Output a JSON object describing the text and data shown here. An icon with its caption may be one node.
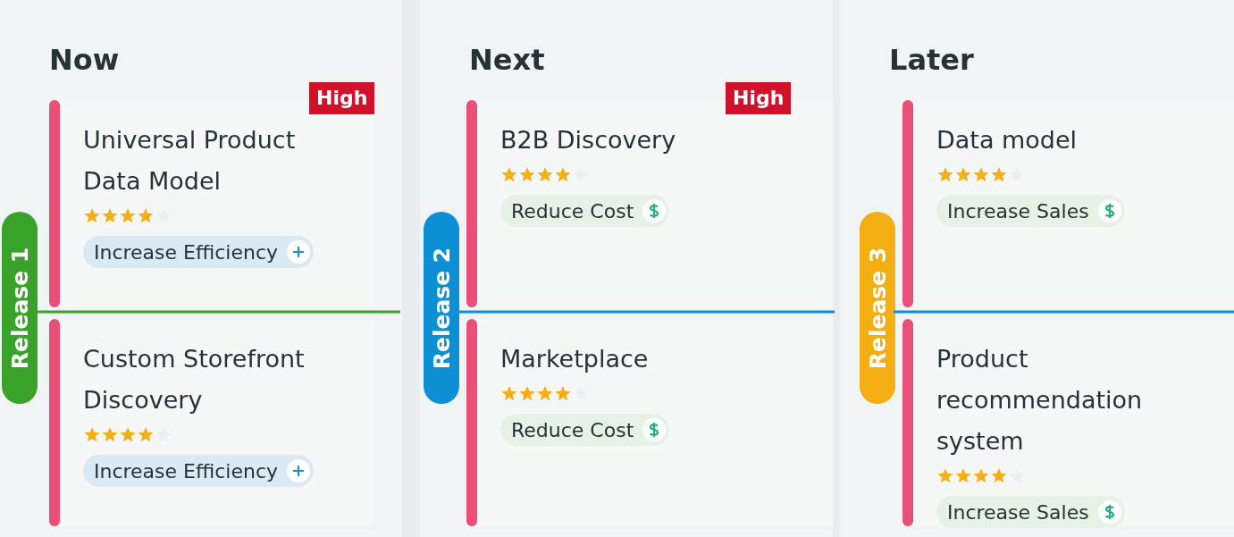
{
  "diagram": {
    "nodes": [
      {
        "text": [
          "Now"
        ]
      },
      {
        "text": [
          "High"
        ],
        "in": 0
      },
      {
        "text": [
          "Release 1"
        ],
        "in": 0
      },
      {
        "text": [
          "Universal Product Data Model"
        ],
        "in": 0
      },
      {
        "text": [
          "Increase Efficiency"
        ],
        "in": 3
      },
      {
        "text": [
          "Custom Storefront Discovery"
        ],
        "in": 0
      },
      {
        "text": [
          "Increase Efficiency"
        ],
        "in": 5
      },
      {
        "text": [
          "Next"
        ]
      },
      {
        "text": [
          "High"
        ],
        "in": 7
      },
      {
        "text": [
          "Release 2"
        ],
        "in": 7
      },
      {
        "text": [
          "B2B Discovery"
        ],
        "in": 7
      },
      {
        "text": [
          "Reduce Cost"
        ],
        "in": 10
      },
      {
        "text": [
          "Marketplace"
        ],
        "in": 7
      },
      {
        "text": [
          "Reduce Cost"
        ],
        "in": 12
      },
      {
        "text": [
          "Later"
        ]
      },
      {
        "text": [
          "Release 3"
        ],
        "in": 14
      },
      {
        "text": [
          "Data model"
        ],
        "in": 14
      },
      {
        "text": [
          "Increase Sales"
        ],
        "in": 16
      },
      {
        "text": [
          "Product recommendation system"
        ],
        "in": 14
      },
      {
        "text": [
          "Increase Sales"
        ],
        "in": 18
      }
    ]
  }
}
